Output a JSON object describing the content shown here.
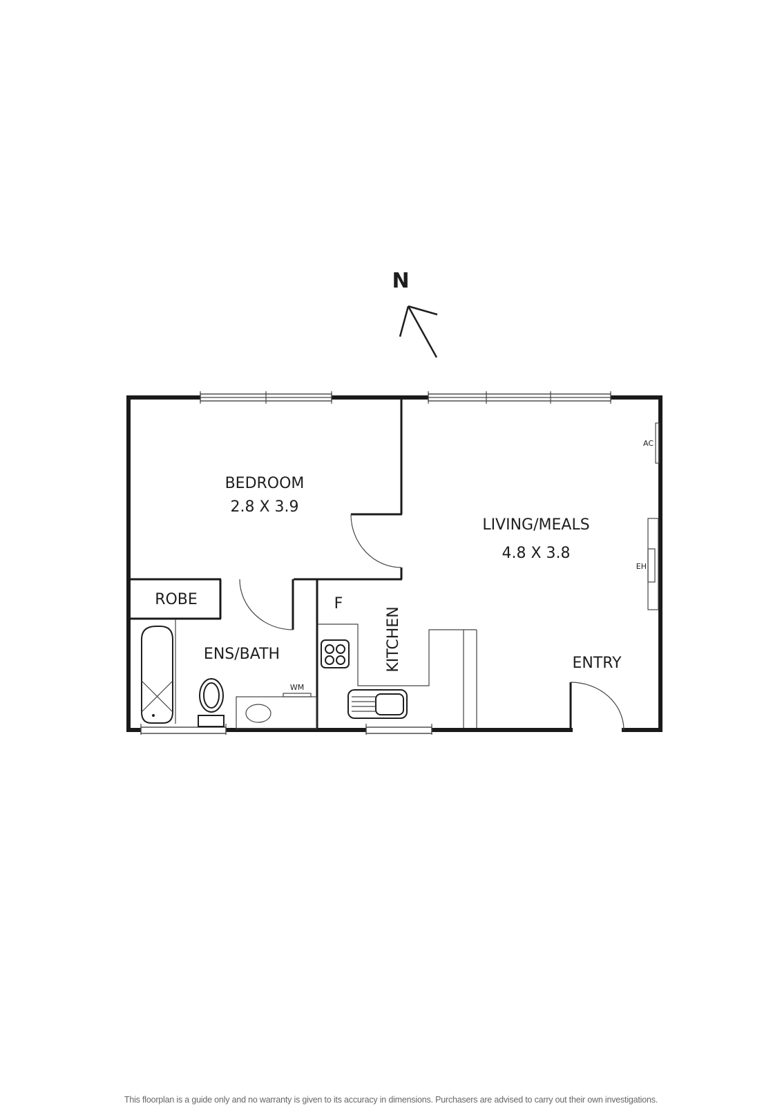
{
  "compass": {
    "label": "N",
    "icon": "north-arrow-icon"
  },
  "rooms": {
    "bedroom": {
      "name": "BEDROOM",
      "dims": "2.8 X 3.9"
    },
    "living": {
      "name": "LIVING/MEALS",
      "dims": "4.8 X 3.8"
    },
    "robe": {
      "name": "ROBE"
    },
    "ensuite": {
      "name": "ENS/BATH"
    },
    "kitchen": {
      "name": "KITCHEN"
    },
    "entry": {
      "name": "ENTRY"
    }
  },
  "fixtures": {
    "fridge": "F",
    "washing_machine": "WM",
    "air_conditioner": "AC",
    "electric_heater": "EH"
  },
  "colors": {
    "walls": "#1a1a1a",
    "text": "#1e1e1e",
    "disclaimer": "#666666",
    "background": "#ffffff"
  },
  "footer": {
    "disclaimer": "This floorplan is a guide only and no warranty is given to its accuracy in dimensions. Purchasers are advised to carry out their own investigations."
  }
}
